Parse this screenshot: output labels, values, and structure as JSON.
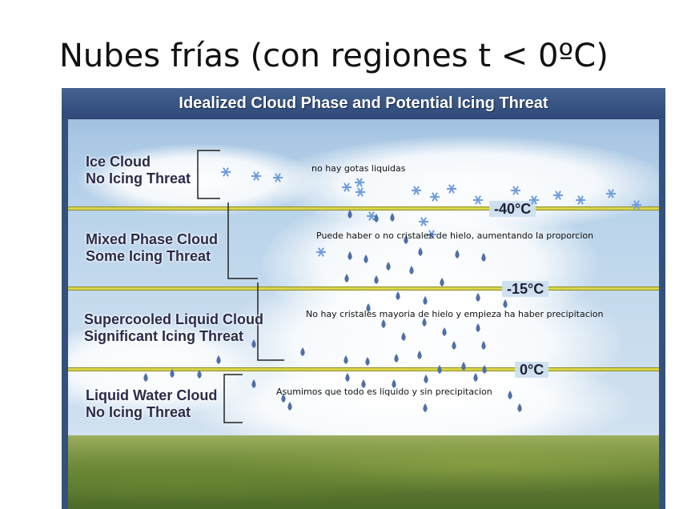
{
  "slide": {
    "title": "Nubes frías (con regiones t < 0ºC)"
  },
  "figure": {
    "header": "Idealized Cloud Phase and Potential Icing Threat",
    "temperature_levels": [
      {
        "label": "-40°C"
      },
      {
        "label": "-15°C"
      },
      {
        "label": "0°C"
      }
    ],
    "zones": [
      {
        "line1": "Ice Cloud",
        "line2": "No Icing Threat",
        "note": "no hay gotas liquidas"
      },
      {
        "line1": "Mixed Phase Cloud",
        "line2": "Some Icing Threat",
        "note": "Puede haber o no cristales de hielo, aumentando la proporcion"
      },
      {
        "line1": "Supercooled Liquid Cloud",
        "line2": "Significant Icing Threat",
        "note": "No hay cristales mayoria de hielo y empieza ha haber precipitacion"
      },
      {
        "line1": "Liquid Water Cloud",
        "line2": "No Icing Threat",
        "note": "Asumimos que todo es liquido y sin precipitacion"
      }
    ],
    "colors": {
      "header_bg": "#2f4a7a",
      "level_line": "#d9d64a",
      "sky": "#a9c7e4",
      "ground": "#5f7c32",
      "droplet": "#4f6fa8",
      "ice_crystal": "#6f9ce0"
    },
    "icons": {
      "ice_crystal": "snowflake-icon",
      "droplet": "water-drop-icon"
    }
  }
}
